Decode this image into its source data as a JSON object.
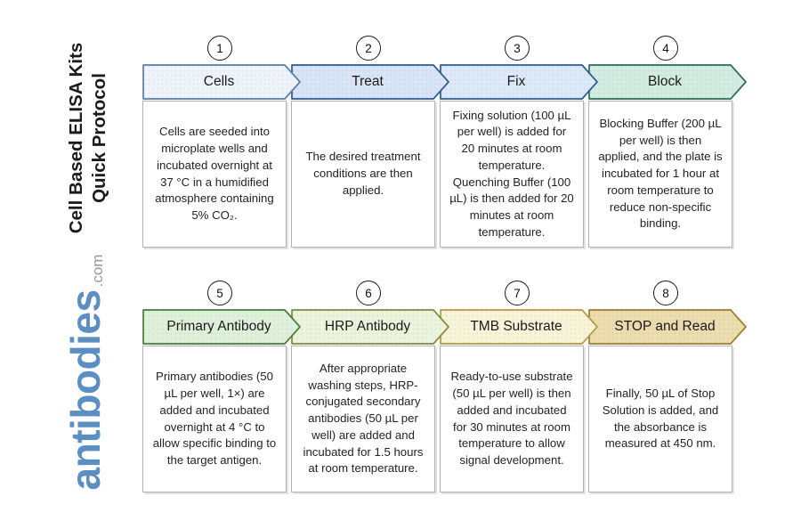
{
  "page": {
    "background": "#ffffff"
  },
  "sidebar": {
    "title_line1": "Cell Based ELISA Kits",
    "title_line2": "Quick Protocol",
    "logo_text": "antibodies",
    "logo_suffix": ".com",
    "logo_color": "#5b8ec1",
    "logo_suffix_color": "#97979d"
  },
  "steps": [
    {
      "number": "1",
      "label": "Cells",
      "description": "Cells are seeded into microplate wells and incubated overnight at 37 °C in a humidified atmosphere containing 5% CO₂.",
      "banner_fill": "#eff4fa",
      "banner_stroke": "#5a7fa6"
    },
    {
      "number": "2",
      "label": "Treat",
      "description": "The desired treatment conditions are then applied.",
      "banner_fill": "#d9e5f7",
      "banner_stroke": "#2e5c91"
    },
    {
      "number": "3",
      "label": "Fix",
      "description": "Fixing solution (100 µL per well) is added for 20 minutes at room temperature. Quenching Buffer (100 µL) is then added for 20 minutes at room temperature.",
      "banner_fill": "#dde9f8",
      "banner_stroke": "#2e5c91"
    },
    {
      "number": "4",
      "label": "Block",
      "description": "Blocking Buffer (200 µL per well) is then applied, and the plate is incubated for 1 hour at room temperature to reduce non-specific binding.",
      "banner_fill": "#d2ece2",
      "banner_stroke": "#2e6b57"
    },
    {
      "number": "5",
      "label": "Primary Antibody",
      "description": "Primary antibodies (50 µL per well, 1×) are added and incubated overnight at 4 °C to allow specific binding to the target antigen.",
      "banner_fill": "#dff0da",
      "banner_stroke": "#477a3b"
    },
    {
      "number": "6",
      "label": "HRP Antibody",
      "description": "After appropriate washing steps, HRP-conjugated secondary antibodies (50 µL per well) are added and incubated for 1.5 hours at room temperature.",
      "banner_fill": "#ecf4db",
      "banner_stroke": "#7f8c3f"
    },
    {
      "number": "7",
      "label": "TMB Substrate",
      "description": "Ready-to-use substrate (50 µL per well) is then added and incubated for 30 minutes at room temperature to allow signal development.",
      "banner_fill": "#f8f4d7",
      "banner_stroke": "#b5993f"
    },
    {
      "number": "8",
      "label": "STOP and Read",
      "description": "Finally, 50 µL of Stop Solution is added, and the absorbance is measured at 450 nm.",
      "banner_fill": "#ecdcae",
      "banner_stroke": "#9c7f2c"
    }
  ]
}
